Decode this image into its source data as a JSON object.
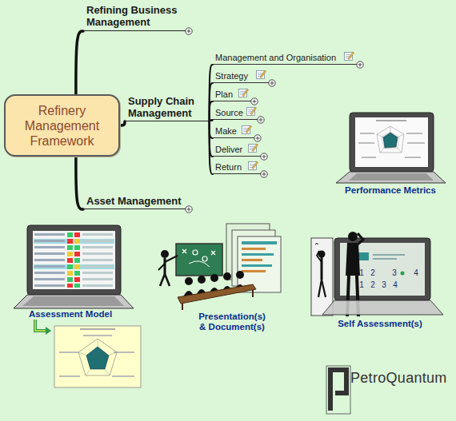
{
  "diagram": {
    "nodes": [
      {
        "text": [
          "Refinery Management Framework"
        ]
      },
      {
        "text": [
          "Refining Business Management"
        ]
      },
      {
        "text": [
          "Supply Chain Management"
        ]
      },
      {
        "text": [
          "Management and Organisation"
        ]
      },
      {
        "text": [
          "Strategy"
        ]
      },
      {
        "text": [
          "Plan"
        ]
      },
      {
        "text": [
          "Source"
        ]
      },
      {
        "text": [
          "Make"
        ]
      },
      {
        "text": [
          "Deliver"
        ]
      },
      {
        "text": [
          "Return"
        ]
      },
      {
        "text": [
          "Asset Management"
        ]
      }
    ],
    "edges": [
      {
        "from": 0,
        "to": 1,
        "arrow": "none"
      },
      {
        "from": 0,
        "to": 2,
        "arrow": "none"
      },
      {
        "from": 0,
        "to": 10,
        "arrow": "none"
      },
      {
        "from": 2,
        "to": 3,
        "arrow": "none"
      },
      {
        "from": 2,
        "to": 4,
        "arrow": "none"
      },
      {
        "from": 2,
        "to": 5,
        "arrow": "none"
      },
      {
        "from": 2,
        "to": 6,
        "arrow": "none"
      },
      {
        "from": 2,
        "to": 7,
        "arrow": "none"
      },
      {
        "from": 2,
        "to": 8,
        "arrow": "none"
      },
      {
        "from": 2,
        "to": 9,
        "arrow": "none"
      }
    ],
    "labels": [
      "Performance Metrics",
      "Assessment Model",
      "Presentation(s) & Document(s)",
      "Self Assessment(s)",
      "1",
      "2",
      "3",
      "4",
      "1",
      "2",
      "3",
      "4",
      "PetroQuantum"
    ]
  }
}
